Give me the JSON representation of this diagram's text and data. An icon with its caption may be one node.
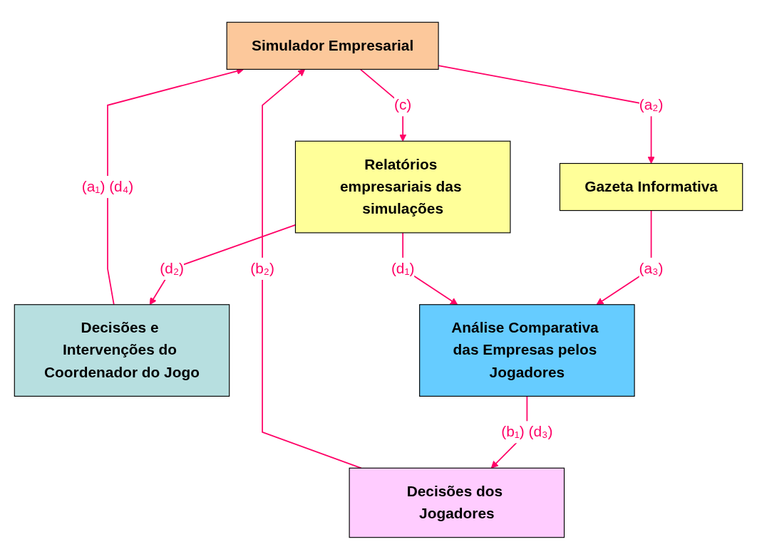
{
  "diagram": {
    "nodes": [
      {
        "text": [
          "Simulador Empresarial"
        ]
      },
      {
        "text": [
          "Relatórios empresariais das simulações"
        ]
      },
      {
        "text": [
          "Decisões e Intervenções do Coordenador do Jogo"
        ]
      },
      {
        "text": [
          "Gazeta Informativa"
        ]
      },
      {
        "text": [
          "Decisões dos Jogadores"
        ]
      },
      {
        "text": [
          "Análise Comparativa das Empresas pelos Jogadores"
        ]
      }
    ],
    "edges": [
      {
        "from": 0,
        "to": 1,
        "arrow": "to",
        "label": "(c)"
      },
      {
        "from": 1,
        "to": 2,
        "arrow": "to",
        "label": "(d₂)"
      },
      {
        "from": 2,
        "to": 0,
        "arrow": "to",
        "label": "(a₁) (d₄)"
      },
      {
        "from": 0,
        "to": 3,
        "arrow": "to",
        "label": "(a₂)"
      },
      {
        "from": 3,
        "to": 5,
        "arrow": "to",
        "label": "(a₃)"
      },
      {
        "from": 1,
        "to": 5,
        "arrow": "to",
        "label": "(d₁)"
      },
      {
        "from": 5,
        "to": 4,
        "arrow": "to",
        "label": "(b₁) (d₃)"
      },
      {
        "from": 4,
        "to": 0,
        "arrow": "to",
        "label": "(b₂)"
      }
    ]
  }
}
